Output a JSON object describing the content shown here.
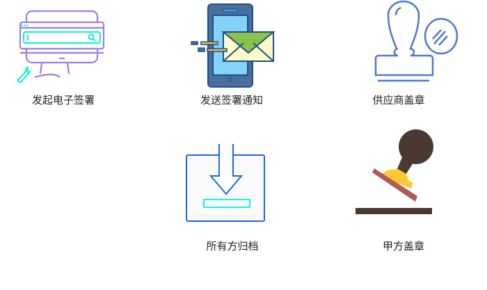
{
  "steps": [
    {
      "label": "发起电子签署",
      "icon": "monitor-search-wrench-icon"
    },
    {
      "label": "发送签署通知",
      "icon": "phone-envelope-icon"
    },
    {
      "label": "供应商盖章",
      "icon": "stamp-outline-icon"
    },
    {
      "label": "所有方归档",
      "icon": "archive-download-icon"
    },
    {
      "label": "甲方盖章",
      "icon": "stamp-filled-icon"
    }
  ],
  "colors": {
    "purple": "#9d7ce8",
    "cyan": "#19f0d2",
    "phone_blue": "#4a6f9c",
    "stamp_blue": "#4a78d0",
    "archive_blue": "#1766f5",
    "stamp_brown": "#4a3930",
    "stamp_yellow": "#ffc832",
    "stamp_red": "#b05a55"
  }
}
